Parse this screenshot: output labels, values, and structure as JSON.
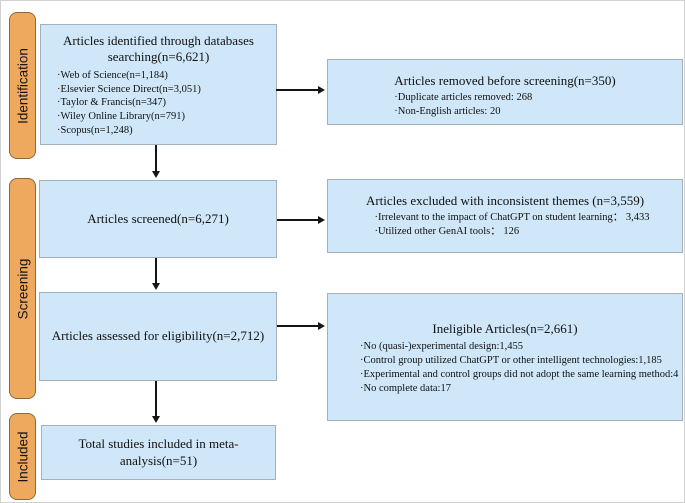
{
  "colors": {
    "box_fill": "#cfe7f8",
    "box_border": "#a3b1ba",
    "stage_fill": "#eea95f",
    "stage_border": "#8a6a3b",
    "arrow": "#151515"
  },
  "stages": {
    "identification": "Identification",
    "screening": "Screening",
    "included": "Included"
  },
  "boxes": {
    "identified": {
      "title": "Articles identified through databases searching(n=6,621)",
      "items": [
        "·Web of Science(n=1,184)",
        "·Elsevier Science Direct(n=3,051)",
        "·Taylor & Francis(n=347)",
        "·Wiley Online Library(n=791)",
        "·Scopus(n=1,248)"
      ]
    },
    "removed": {
      "title": "Articles removed before screening(n=350)",
      "items": [
        "·Duplicate articles removed: 268",
        "·Non-English articles: 20"
      ]
    },
    "screened": {
      "title": "Articles screened(n=6,271)"
    },
    "excluded": {
      "title": "Articles excluded with inconsistent themes (n=3,559)",
      "items": [
        "·Irrelevant to the impact of ChatGPT on student learning： 3,433",
        "·Utilized other GenAI tools： 126"
      ]
    },
    "assessed": {
      "title": "Articles assessed for eligibility(n=2,712)"
    },
    "ineligible": {
      "title": "Ineligible Articles(n=2,661)",
      "items": [
        "·No (quasi-)experimental design:1,455",
        "·Control group utilized ChatGPT or other intelligent technologies:1,185",
        "·Experimental and control groups did not adopt the same learning method:4",
        "·No complete data:17"
      ]
    },
    "total": {
      "title": "Total studies included in meta-analysis(n=51)"
    }
  }
}
